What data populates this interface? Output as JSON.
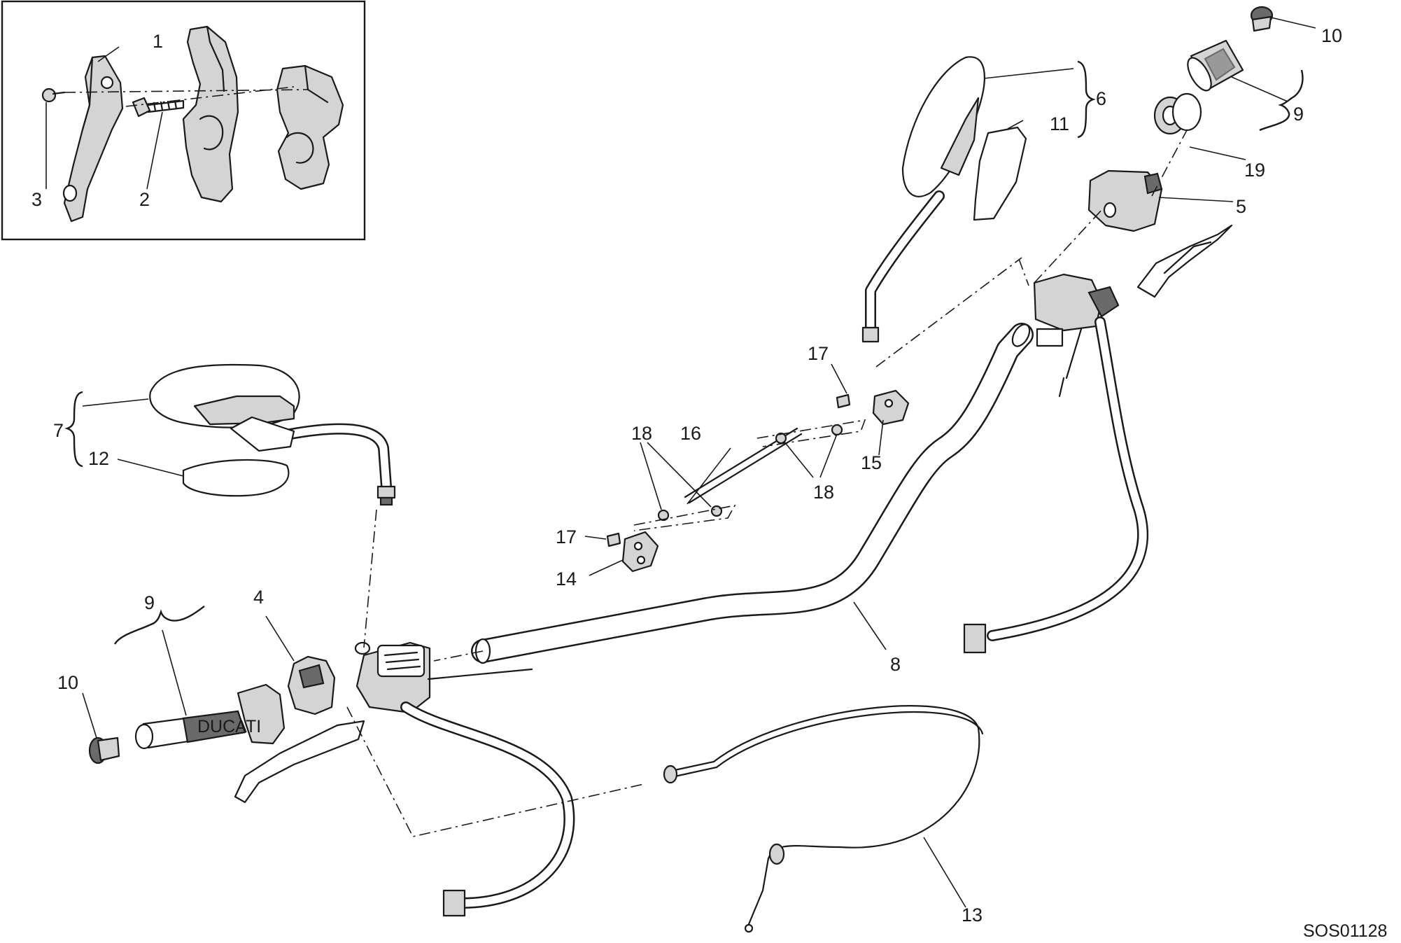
{
  "diagram": {
    "reference_code": "SOS01128",
    "callouts": [
      {
        "id": "c1",
        "label": "1"
      },
      {
        "id": "c2",
        "label": "2"
      },
      {
        "id": "c3",
        "label": "3"
      },
      {
        "id": "c4",
        "label": "4"
      },
      {
        "id": "c5",
        "label": "5"
      },
      {
        "id": "c6",
        "label": "6"
      },
      {
        "id": "c7",
        "label": "7"
      },
      {
        "id": "c8",
        "label": "8"
      },
      {
        "id": "c9a",
        "label": "9"
      },
      {
        "id": "c9b",
        "label": "9"
      },
      {
        "id": "c10a",
        "label": "10"
      },
      {
        "id": "c10b",
        "label": "10"
      },
      {
        "id": "c11",
        "label": "11"
      },
      {
        "id": "c12",
        "label": "12"
      },
      {
        "id": "c13",
        "label": "13"
      },
      {
        "id": "c14",
        "label": "14"
      },
      {
        "id": "c15",
        "label": "15"
      },
      {
        "id": "c16",
        "label": "16"
      },
      {
        "id": "c17a",
        "label": "17"
      },
      {
        "id": "c17b",
        "label": "17"
      },
      {
        "id": "c18a",
        "label": "18"
      },
      {
        "id": "c18b",
        "label": "18"
      },
      {
        "id": "c19",
        "label": "19"
      }
    ],
    "grip_branding": "DUCATI"
  }
}
